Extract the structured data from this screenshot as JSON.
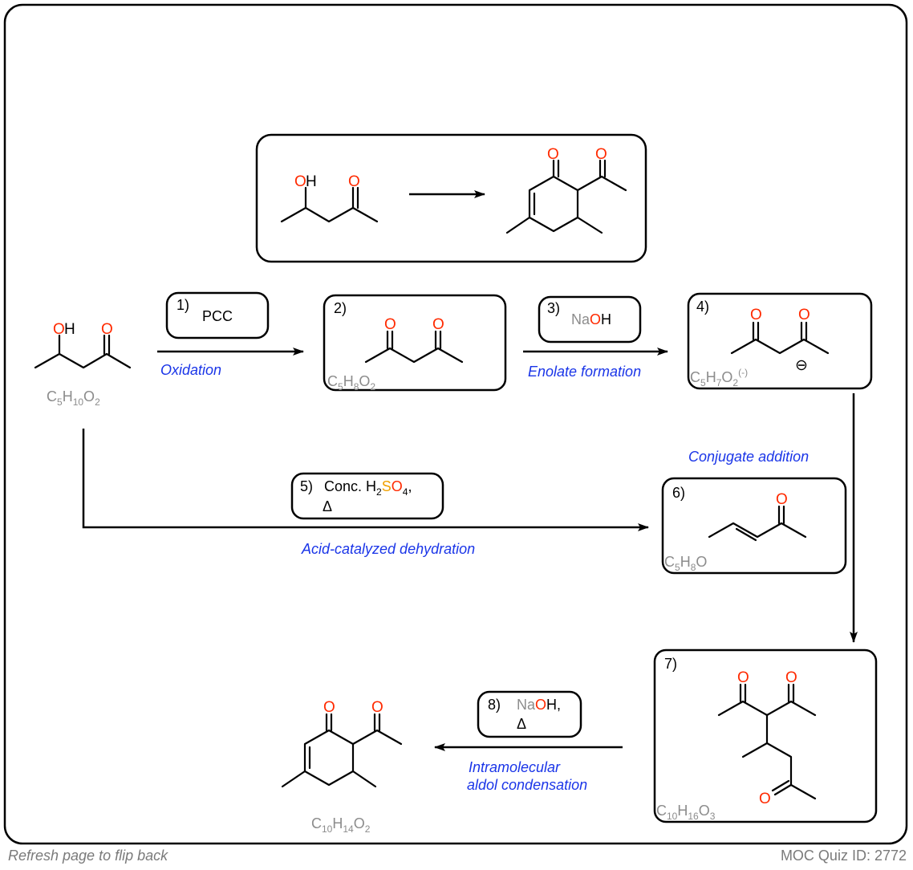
{
  "atoms": {
    "O": "O",
    "H": "H",
    "OH_O": "O",
    "OH_H": "H"
  },
  "steps": [
    {
      "num": "1)",
      "reagent": "PCC",
      "description": "Oxidation"
    },
    {
      "num": "2)"
    },
    {
      "num": "3)",
      "reagent_na": "Na",
      "reagent_o": "O",
      "reagent_h": "H",
      "description": "Enolate formation"
    },
    {
      "num": "4)"
    },
    {
      "num": "5)",
      "reagent_line1": "Conc. H",
      "reagent_sub": "2",
      "reagent_s": "S",
      "reagent_o": "O",
      "reagent_sub2": "4",
      "reagent_comma": ",",
      "reagent_line2": "Δ",
      "description": "Acid-catalyzed dehydration"
    },
    {
      "num": "6)"
    },
    {
      "num": "7)",
      "description_before": "Conjugate addition"
    },
    {
      "num": "8)",
      "reagent_na": "Na",
      "reagent_o": "O",
      "reagent_h": "H,",
      "reagent_line2": "Δ",
      "description_line1": "Intramolecular",
      "description_line2": "aldol condensation"
    }
  ],
  "formulas": {
    "start": {
      "a": "C",
      "a_sub": "5",
      "b": "H",
      "b_sub": "10",
      "c": "O",
      "c_sub": "2"
    },
    "s2": {
      "a": "C",
      "a_sub": "5",
      "b": "H",
      "b_sub": "8",
      "c": "O",
      "c_sub": "2"
    },
    "s4": {
      "a": "C",
      "a_sub": "5",
      "b": "H",
      "b_sub": "7",
      "c": "O",
      "c_sub": "2",
      "charge": "(-)"
    },
    "s6": {
      "a": "C",
      "a_sub": "5",
      "b": "H",
      "b_sub": "8",
      "c": "O"
    },
    "s7": {
      "a": "C",
      "a_sub": "10",
      "b": "H",
      "b_sub": "16",
      "c": "O",
      "c_sub": "3"
    },
    "final": {
      "a": "C",
      "a_sub": "10",
      "b": "H",
      "b_sub": "14",
      "c": "O",
      "c_sub": "2"
    }
  },
  "anion_symbol": "⊖",
  "footer": {
    "left": "Refresh page to flip back",
    "right": "MOC Quiz ID: 2772"
  }
}
